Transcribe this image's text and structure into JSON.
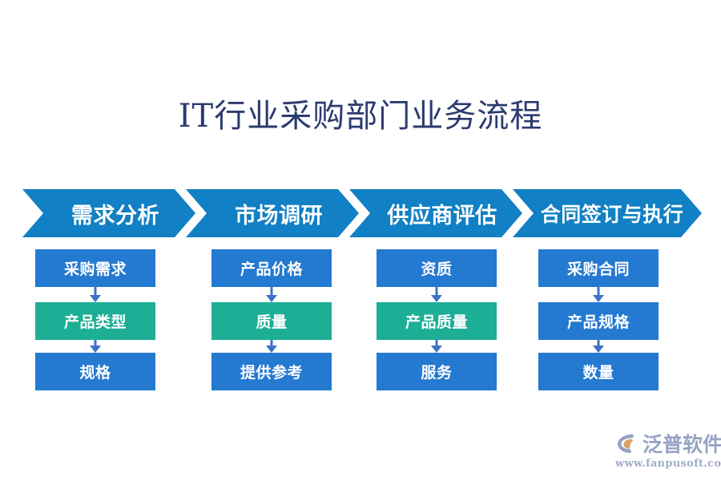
{
  "page": {
    "title": "IT行业采购部门业务流程",
    "background_color": "#ffffff",
    "title_color": "#2c3b6e"
  },
  "colors": {
    "chevron_blue": "#1180c4",
    "box_blue": "#2479d0",
    "box_teal": "#1dae96",
    "arrow_blue": "#3d73c4",
    "watermark_text": "#8e9bbd",
    "watermark_accent": "#d99a5e"
  },
  "stages": [
    {
      "chevron_label": "需求分析",
      "nodes": [
        {
          "label": "采购需求",
          "color": "blue"
        },
        {
          "label": "产品类型",
          "color": "teal"
        },
        {
          "label": "规格",
          "color": "blue"
        }
      ]
    },
    {
      "chevron_label": "市场调研",
      "nodes": [
        {
          "label": "产品价格",
          "color": "blue"
        },
        {
          "label": "质量",
          "color": "teal"
        },
        {
          "label": "提供参考",
          "color": "blue"
        }
      ]
    },
    {
      "chevron_label": "供应商评估",
      "nodes": [
        {
          "label": "资质",
          "color": "blue"
        },
        {
          "label": "产品质量",
          "color": "teal"
        },
        {
          "label": "服务",
          "color": "blue"
        }
      ]
    },
    {
      "chevron_label": "合同签订与执行",
      "nodes": [
        {
          "label": "采购合同",
          "color": "blue"
        },
        {
          "label": "产品规格",
          "color": "blue"
        },
        {
          "label": "数量",
          "color": "blue"
        }
      ]
    }
  ],
  "watermark": {
    "brand": "泛普软件",
    "url": "www.fanpusoft.com",
    "icon": "fanpu-swoosh-logo-icon"
  }
}
